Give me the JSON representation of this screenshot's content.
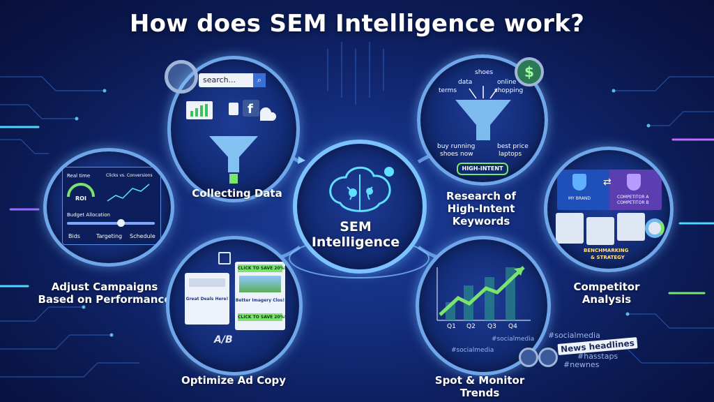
{
  "title": "How does SEM Intelligence work?",
  "center": {
    "line1": "SEM",
    "line2": "Intelligence"
  },
  "steps": {
    "collect": {
      "label": "Collecting Data",
      "search_placeholder": "search..."
    },
    "research": {
      "label_l1": "Research of",
      "label_l2": "High-Intent",
      "label_l3": "Keywords",
      "terms": [
        "shoes",
        "data",
        "online",
        "terms",
        "shopping",
        "buy running",
        "shoes now",
        "best price",
        "laptops"
      ],
      "badge": "HIGH-INTENT"
    },
    "adjust": {
      "label_l1": "Adjust Campaigns",
      "label_l2": "Based on Performance",
      "realtime": "Real time",
      "roi": "ROI",
      "clicks": "Clicks vs. Conversions",
      "budget": "Budget Allocation",
      "controls": [
        "Bids",
        "Targeting",
        "Schedule"
      ]
    },
    "competitor": {
      "label_l1": "Competitor",
      "label_l2": "Analysis",
      "my_brand": "MY BRAND",
      "comp_l1": "COMPETITOR A",
      "comp_l2": "COMPETITOR B",
      "bench_l1": "BENCHMARKING",
      "bench_l2": "& STRATEGY"
    },
    "optimize": {
      "label": "Optimize Ad Copy",
      "ad1": "Great Deals Here!",
      "cta1": "CLICK TO SAVE 20%!",
      "ad2": "Better Imagery Clos!",
      "cta2": "CLICK TO SAVE 20%!",
      "ab": "A/B"
    },
    "trends": {
      "label": "Spot & Monitor Trends",
      "quarters": [
        "Q1",
        "Q2",
        "Q3",
        "Q4"
      ],
      "tags": [
        "#socialmedia",
        "#socialmedia",
        "#socialmedia",
        "News headlines",
        "#hasstaps",
        "#newnes"
      ]
    }
  },
  "colors": {
    "ring": "#6fa6ea",
    "accent_green": "#7ee36e",
    "glow": "#5fe0ff",
    "background": "#132a78"
  }
}
